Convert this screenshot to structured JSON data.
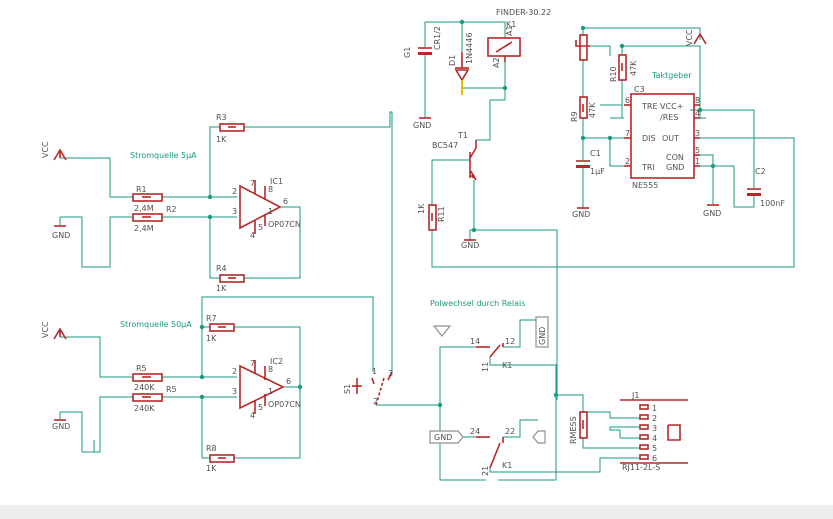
{
  "colors": {
    "wire": "#1a9a80",
    "part": "#b52828",
    "label": "#505050",
    "background": "#ffffff"
  },
  "notes": {
    "source_5ua": "Stromquelle 5µA",
    "source_50ua": "Stromquelle 50µA",
    "pole_reversal": "Polwechsel durch Relais",
    "clock": "Taktgeber"
  },
  "supplies": {
    "vcc": "VCC",
    "gnd": "GND",
    "gnd_labels": [
      "GND",
      "GND",
      "GND",
      "GND",
      "GND",
      "GND",
      "GND"
    ]
  },
  "net_labels": {
    "gnd_a": "GND",
    "gnd_b": "GND"
  },
  "parts": {
    "r1": {
      "name": "R1",
      "value": "2,4M"
    },
    "r2": {
      "name": "R2",
      "value": "2,4M"
    },
    "r3": {
      "name": "R3",
      "value": "1K"
    },
    "r4": {
      "name": "R4",
      "value": "1K"
    },
    "r5a": {
      "name": "R5",
      "value": "240K"
    },
    "r5b": {
      "name": "R5",
      "value": "240K"
    },
    "r7": {
      "name": "R7",
      "value": "1K"
    },
    "r8": {
      "name": "R8",
      "value": "1K"
    },
    "r9": {
      "name": "R9",
      "value": "47K"
    },
    "r10": {
      "name": "R10",
      "value": "47K"
    },
    "r11": {
      "name": "R11",
      "value": "1K"
    },
    "rmess": {
      "name": "RMESS"
    },
    "ic1": {
      "name": "IC1",
      "type": "OP07CN"
    },
    "ic2": {
      "name": "IC2",
      "type": "OP07CN"
    },
    "c1": {
      "name": "C1",
      "value": "1µF"
    },
    "c2": {
      "name": "C2",
      "value": "100nF"
    },
    "c3": {
      "name": "C3"
    },
    "g1": {
      "name": "G1",
      "value": "CR1/2"
    },
    "d1": {
      "name": "D1",
      "value": "1N4446"
    },
    "t1": {
      "name": "T1",
      "value": "BC547"
    },
    "k1": {
      "name": "K1",
      "value": "FINDER-30.22"
    },
    "s1": {
      "name": "S1"
    },
    "ne555": {
      "name": "NE555",
      "pins": [
        "TRE VCC+",
        "/RES",
        "DIS",
        "OUT",
        "CON",
        "TRI",
        "GND"
      ]
    },
    "j1": {
      "name": "J1",
      "type": "RJ11-2L-S",
      "pins": [
        "1",
        "2",
        "3",
        "4",
        "5",
        "6"
      ]
    }
  },
  "pin_numbers": {
    "ic_pins": [
      "7",
      "8",
      "2",
      "3",
      "6",
      "4",
      "1",
      "5"
    ],
    "relay_pins": [
      "A1",
      "A2",
      "14",
      "12",
      "11",
      "24",
      "22",
      "21"
    ],
    "ne555_pins": [
      "6",
      "8",
      "4",
      "7",
      "3",
      "2",
      "5",
      "1"
    ],
    "switch_pins": [
      "1",
      "2",
      "3"
    ]
  }
}
